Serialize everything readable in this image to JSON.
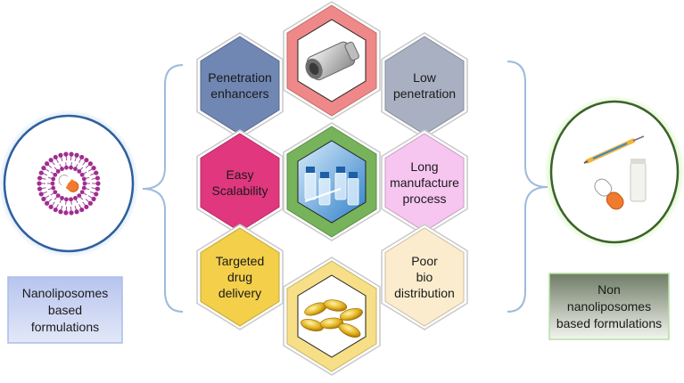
{
  "left_panel": {
    "label": "Nanoliposomes\nbased\nformulations",
    "icon": "nanoliposome-capsule-icon"
  },
  "right_panel": {
    "label": "Non\nnanoliposomes\nbased formulations",
    "icons": [
      "syringe-icon",
      "capsule-icon",
      "cream-tube-icon"
    ]
  },
  "left_hexagons": [
    {
      "label": "Penetration\nenhancers",
      "color": "#7086b3"
    },
    {
      "label": "Easy\nScalability",
      "color": "#e0377f"
    },
    {
      "label": "Targeted\ndrug\ndelivery",
      "color": "#f3cf4a"
    }
  ],
  "right_hexagons": [
    {
      "label": "Low\npenetration",
      "color": "#a9b0c1"
    },
    {
      "label": "Long\nmanufacture\nprocess",
      "color": "#f6c6f0"
    },
    {
      "label": "Poor\nbio\ndistribution",
      "color": "#fbeccd"
    }
  ],
  "center_hexagons": [
    {
      "name": "inhaler-image",
      "color": "#ef8888"
    },
    {
      "name": "vials-image",
      "color": "#76b35b"
    },
    {
      "name": "softgel-capsules-image",
      "color": "#f6df87"
    }
  ],
  "colors": {
    "bracket": "#9dbbdc",
    "left_circle_ring": "#4f86c6",
    "right_circle_ring": "#3e6b2e",
    "left_box_fill": "#c5cff0",
    "right_box_fill": "#7d8b73"
  }
}
